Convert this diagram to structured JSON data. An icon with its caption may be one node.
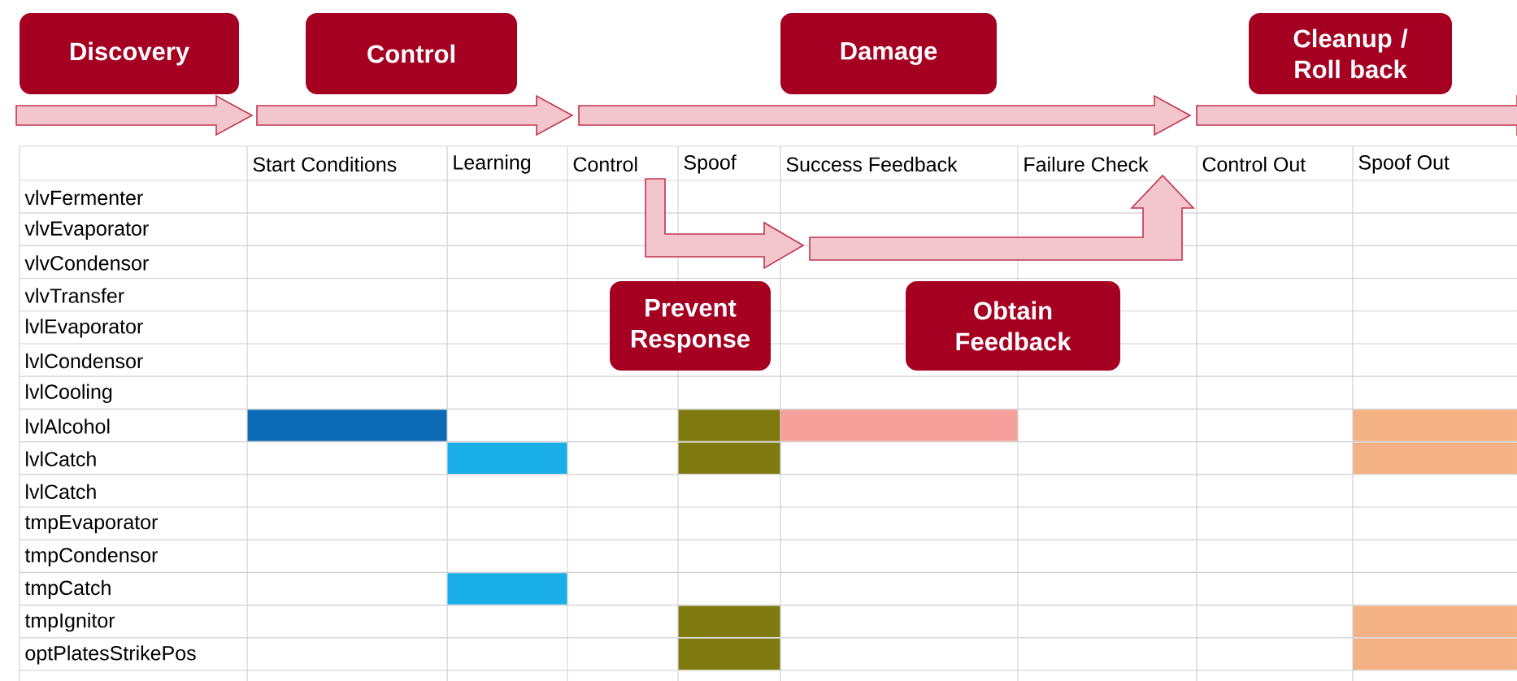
{
  "diagram": {
    "nodes": [
      {
        "text": [
          "Discovery"
        ]
      },
      {
        "text": [
          "Control"
        ]
      },
      {
        "text": [
          "Damage"
        ]
      },
      {
        "text": [
          "Cleanup / Roll back"
        ]
      },
      {
        "text": [
          "Prevent Response"
        ]
      },
      {
        "text": [
          "Obtain Feedback"
        ]
      }
    ],
    "labels": [
      "Start Conditions",
      "Learning",
      "Control",
      "Spoof",
      "Success Feedback",
      "Failure Check",
      "Control Out",
      "Spoof  Out",
      "vlvFermenter",
      "vlvEvaporator",
      "vlvCondensor",
      "vlvTransfer",
      "lvlEvaporator",
      "lvlCondensor",
      "lvlCooling",
      "lvlAlcohol",
      "lvlCatch",
      "lvlCatch",
      "tmpEvaporator",
      "tmpCondensor",
      "tmpCatch",
      "tmpIgnitor",
      "optPlatesStrikePos"
    ]
  }
}
